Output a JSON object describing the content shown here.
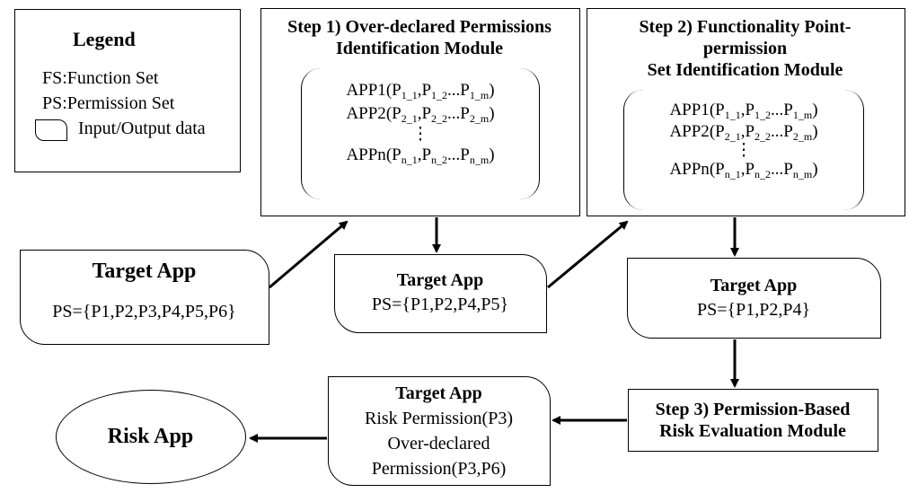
{
  "legend": {
    "title": "Legend",
    "items": [
      "FS:Function Set",
      "PS:Permission Set",
      "Input/Output data"
    ]
  },
  "step1": {
    "title_line1": "Step 1) Over-declared Permissions",
    "title_line2": "Identification Module",
    "apps": [
      {
        "name": "APP1",
        "p1": "P",
        "s1": "1_1",
        "p2": "P",
        "s2": "1_2",
        "p3": "P",
        "s3": "1_m"
      },
      {
        "name": "APP2",
        "p1": "P",
        "s1": "2_1",
        "p2": "P",
        "s2": "2_2",
        "p3": "P",
        "s3": "2_m"
      },
      {
        "name": "APPn",
        "p1": "P",
        "s1": "n_1",
        "p2": "P",
        "s2": "n_2",
        "p3": "P",
        "s3": "n_m"
      }
    ],
    "vdots": "⋮"
  },
  "step2": {
    "title_line1": "Step 2) Functionality Point-",
    "title_line2": "permission",
    "title_line3": "Set Identification Module",
    "apps": [
      {
        "name": "APP1",
        "p1": "P",
        "s1": "1_1",
        "p2": "P",
        "s2": "1_2",
        "p3": "P",
        "s3": "1_m"
      },
      {
        "name": "APP2",
        "p1": "P",
        "s1": "2_1",
        "p2": "P",
        "s2": "2_2",
        "p3": "P",
        "s3": "2_m"
      },
      {
        "name": "APPn",
        "p1": "P",
        "s1": "n_1",
        "p2": "P",
        "s2": "n_2",
        "p3": "P",
        "s3": "n_m"
      }
    ],
    "vdots": "⋮"
  },
  "target1": {
    "title": "Target App",
    "ps": "PS={P1,P2,P3,P4,P5,P6}"
  },
  "target2": {
    "title": "Target App",
    "ps": "PS={P1,P2,P4,P5}"
  },
  "target3": {
    "title": "Target App",
    "ps": "PS={P1,P2,P4}"
  },
  "step3": {
    "title_line1": "Step 3) Permission-Based",
    "title_line2": "Risk Evaluation Module"
  },
  "target4": {
    "title": "Target App",
    "line1": "Risk Permission(P3)",
    "line2": "Over-declared",
    "line3": "Permission(P3,P6)"
  },
  "risk": {
    "label": "Risk App"
  }
}
